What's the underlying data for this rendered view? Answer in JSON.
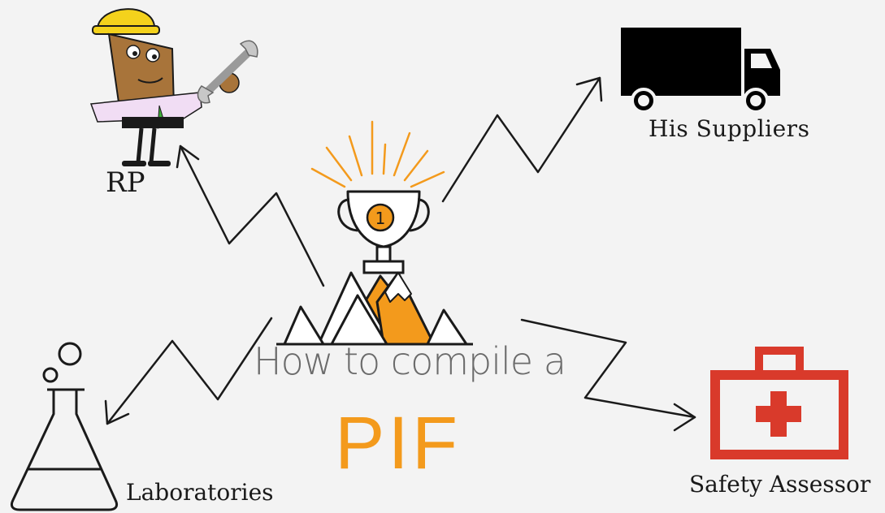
{
  "diagram": {
    "subtitle": "How to compile a",
    "headline": "PIF",
    "trophy_rank": "1",
    "nodes": {
      "rp": {
        "label": "RP",
        "icon": "engineer-icon"
      },
      "suppliers": {
        "label": "His Suppliers",
        "icon": "truck-icon"
      },
      "laboratories": {
        "label": "Laboratories",
        "icon": "flask-icon"
      },
      "safety_assessor": {
        "label": "Safety Assessor",
        "icon": "first-aid-kit-icon"
      }
    }
  },
  "colors": {
    "accent": "#f39a1c",
    "line": "#1a1a1a",
    "kit_red": "#d93a2b",
    "subtitle_gray": "#6b6b6b",
    "background": "#f3f3f3"
  }
}
